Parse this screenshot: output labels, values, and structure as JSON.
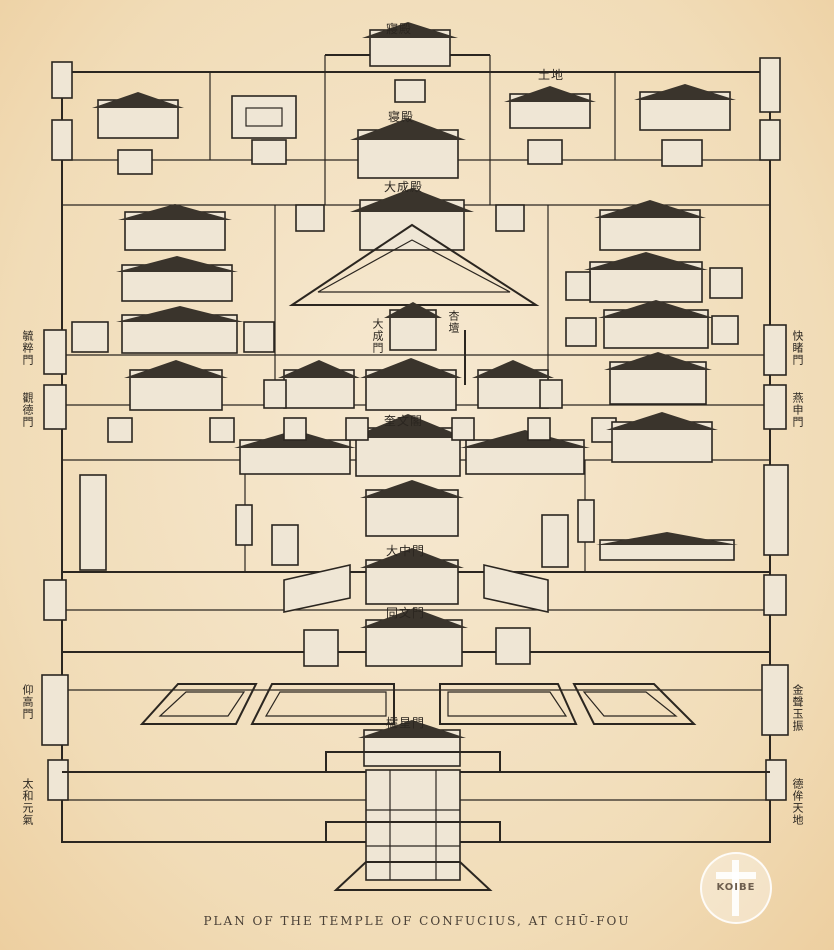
{
  "caption": "PLAN OF THE TEMPLE OF CONFUCIUS, AT CHŪ-FOU",
  "watermark": "KOIBE",
  "labels": {
    "top_hall": "寢殿",
    "hall_upper": "寝殿",
    "earth_shrine": "土地",
    "great_hall": "大成殿",
    "apricot_altar": "杏壇",
    "great_gate": "大成門",
    "pavilion": "奎文閣",
    "middle_gate": "大中門",
    "dragon_gate": "同文門",
    "lingxing_gate": "櫺星門",
    "left_gate_1": "毓粹門",
    "left_gate_2": "觀德門",
    "left_gate_3": "仰高門",
    "left_gate_4": "太和元氣",
    "right_gate_1": "快睹門",
    "right_gate_2": "燕申門",
    "right_gate_3": "金聲玉振",
    "right_gate_4": "德侔天地"
  },
  "colors": {
    "paper": "#f3d8ae",
    "ink": "#2b2620"
  }
}
